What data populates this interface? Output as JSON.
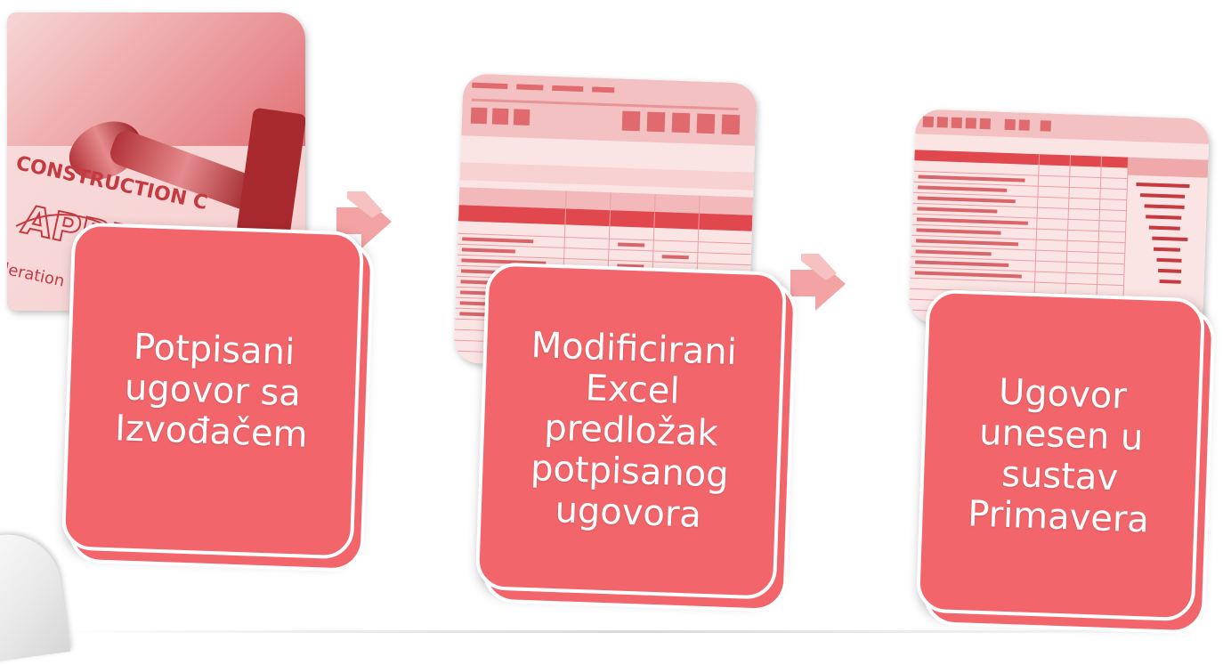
{
  "steps": [
    {
      "label": "Potpisani\nugovor sa\nIzvođačem",
      "image": "stamp-approved-photo"
    },
    {
      "label": "Modificirani\nExcel\npredložak\npotpisanog\nugovora",
      "image": "excel-spreadsheet-screenshot"
    },
    {
      "label": "Ugovor\nunesen u\nsustav\nPrimavera",
      "image": "primavera-gantt-screenshot"
    }
  ],
  "colors": {
    "box_fill": "#f2666b",
    "box_border": "#ffffff",
    "arrow": "#f4a3a5",
    "image_tint": "#e8535a"
  },
  "icons": [
    "arrow-right-icon",
    "arrow-right-icon"
  ]
}
